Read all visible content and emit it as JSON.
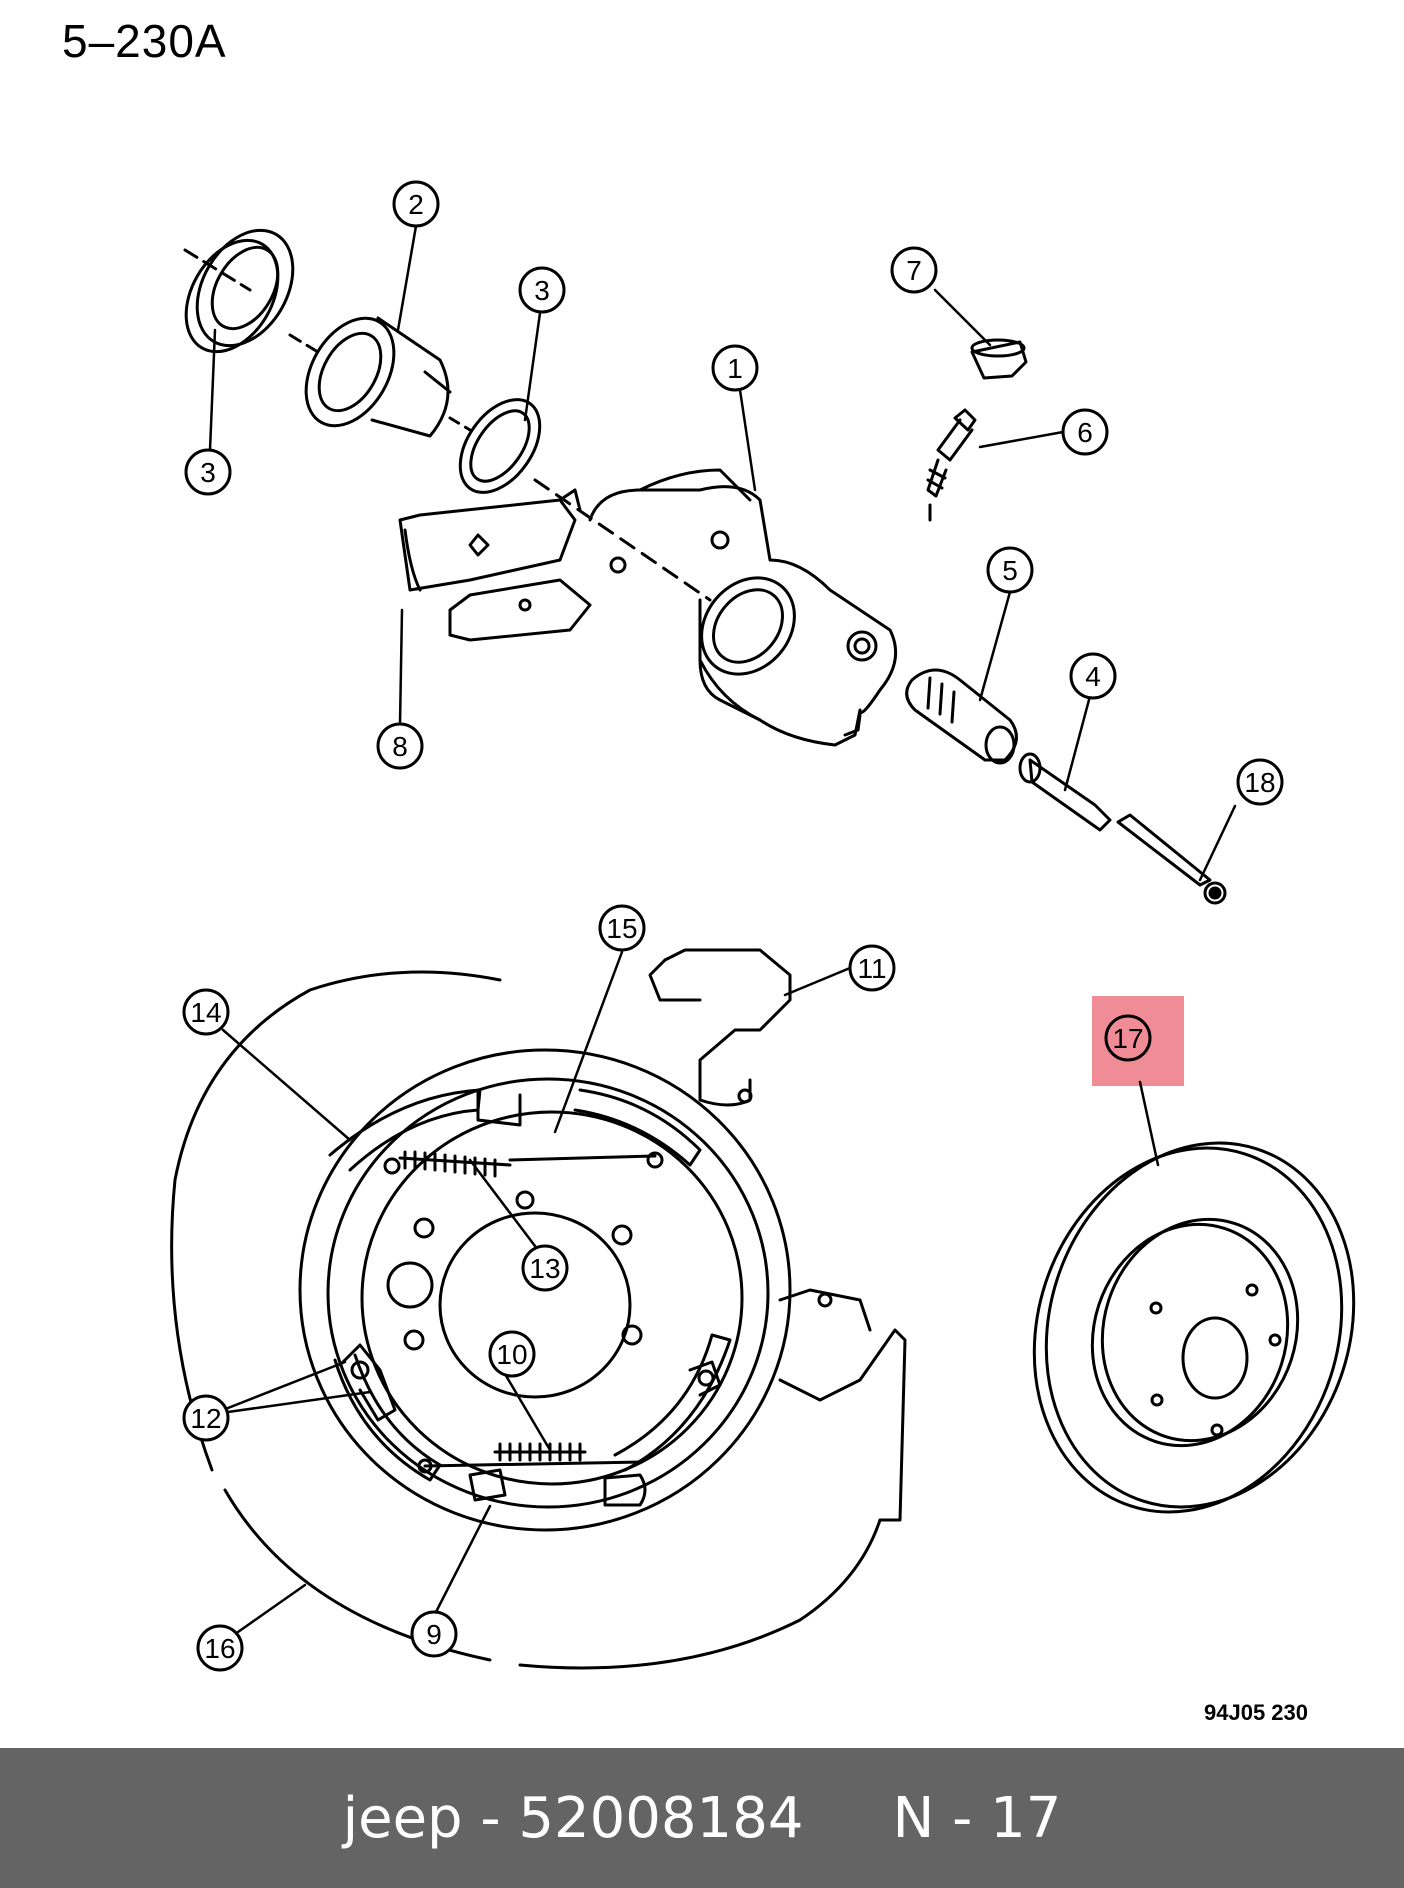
{
  "page_code": "5–230A",
  "figure_code": "94J05  230",
  "footer": {
    "text": "jeep - 52008184     N - 17"
  },
  "highlight_color": "#f08c96",
  "callouts": [
    {
      "id": "c1",
      "label": "1"
    },
    {
      "id": "c2",
      "label": "2"
    },
    {
      "id": "c3a",
      "label": "3"
    },
    {
      "id": "c3b",
      "label": "3"
    },
    {
      "id": "c4",
      "label": "4"
    },
    {
      "id": "c5",
      "label": "5"
    },
    {
      "id": "c6",
      "label": "6"
    },
    {
      "id": "c7",
      "label": "7"
    },
    {
      "id": "c8",
      "label": "8"
    },
    {
      "id": "c9",
      "label": "9"
    },
    {
      "id": "c10",
      "label": "10"
    },
    {
      "id": "c11",
      "label": "11"
    },
    {
      "id": "c12",
      "label": "12"
    },
    {
      "id": "c13",
      "label": "13"
    },
    {
      "id": "c14",
      "label": "14"
    },
    {
      "id": "c15",
      "label": "15"
    },
    {
      "id": "c16",
      "label": "16"
    },
    {
      "id": "c17",
      "label": "17",
      "highlighted": true
    },
    {
      "id": "c18",
      "label": "18"
    }
  ]
}
